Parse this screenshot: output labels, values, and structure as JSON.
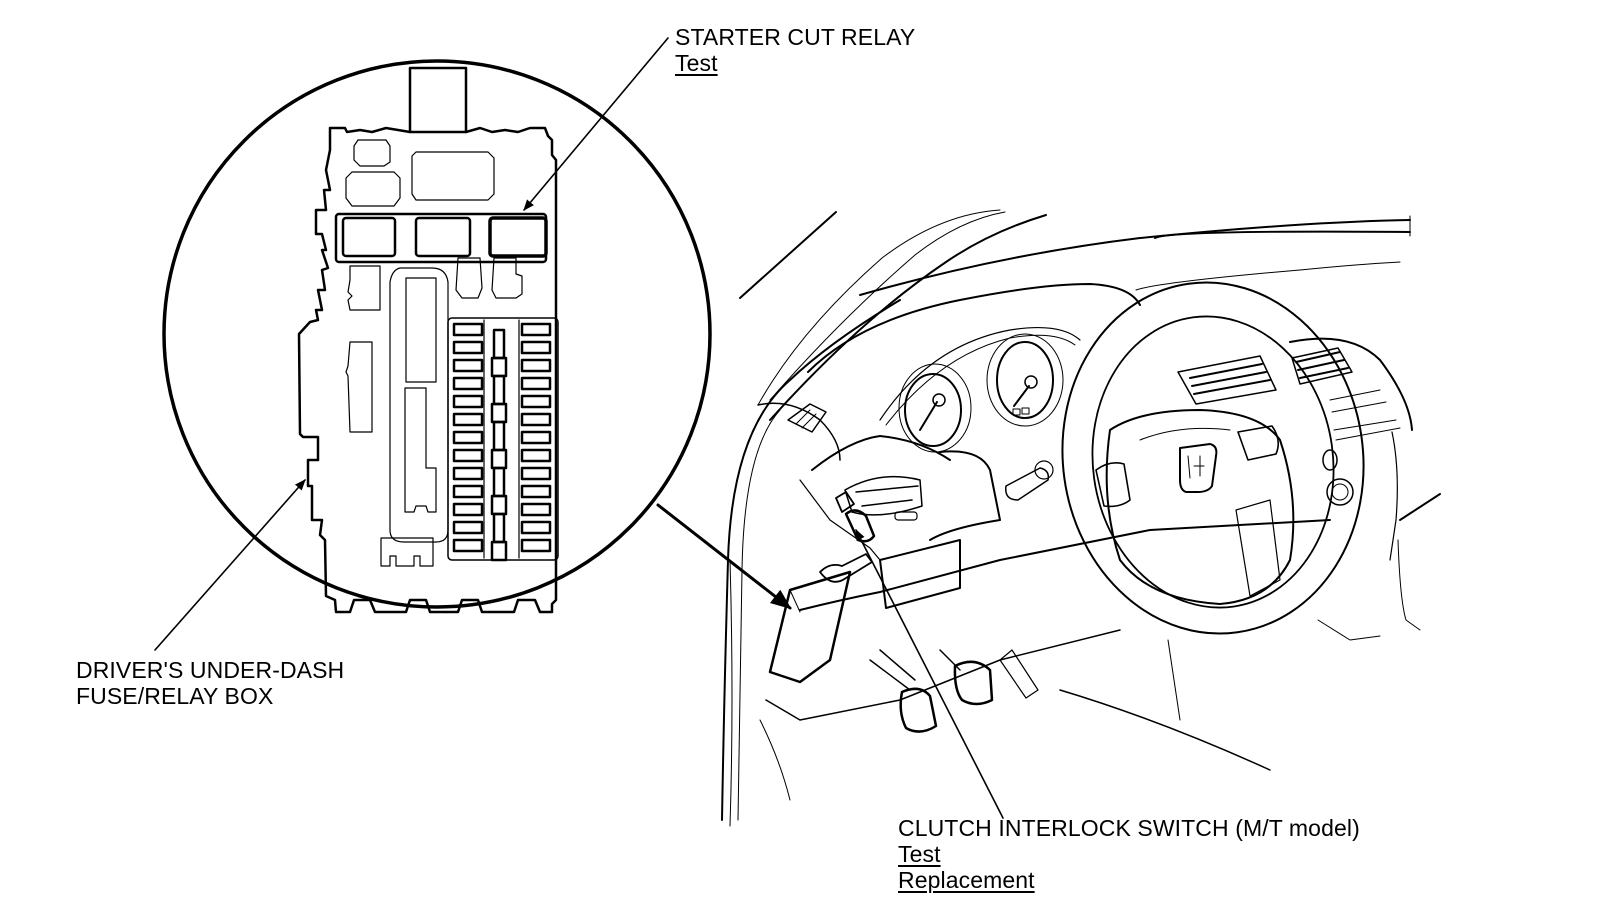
{
  "figure": {
    "description": "Component location diagram: driver's side dashboard with enlarged view of under-dash fuse/relay box",
    "colors": {
      "line": "#000000",
      "background": "#ffffff"
    }
  },
  "callouts": {
    "starter_cut_relay": {
      "title": "STARTER CUT RELAY",
      "links": [
        "Test"
      ]
    },
    "fuse_relay_box": {
      "title_line1": "DRIVER'S UNDER-DASH",
      "title_line2": "FUSE/RELAY BOX"
    },
    "clutch_interlock_switch": {
      "title": "CLUTCH INTERLOCK SWITCH (M/T model)",
      "links": [
        "Test",
        "Replacement"
      ]
    }
  }
}
